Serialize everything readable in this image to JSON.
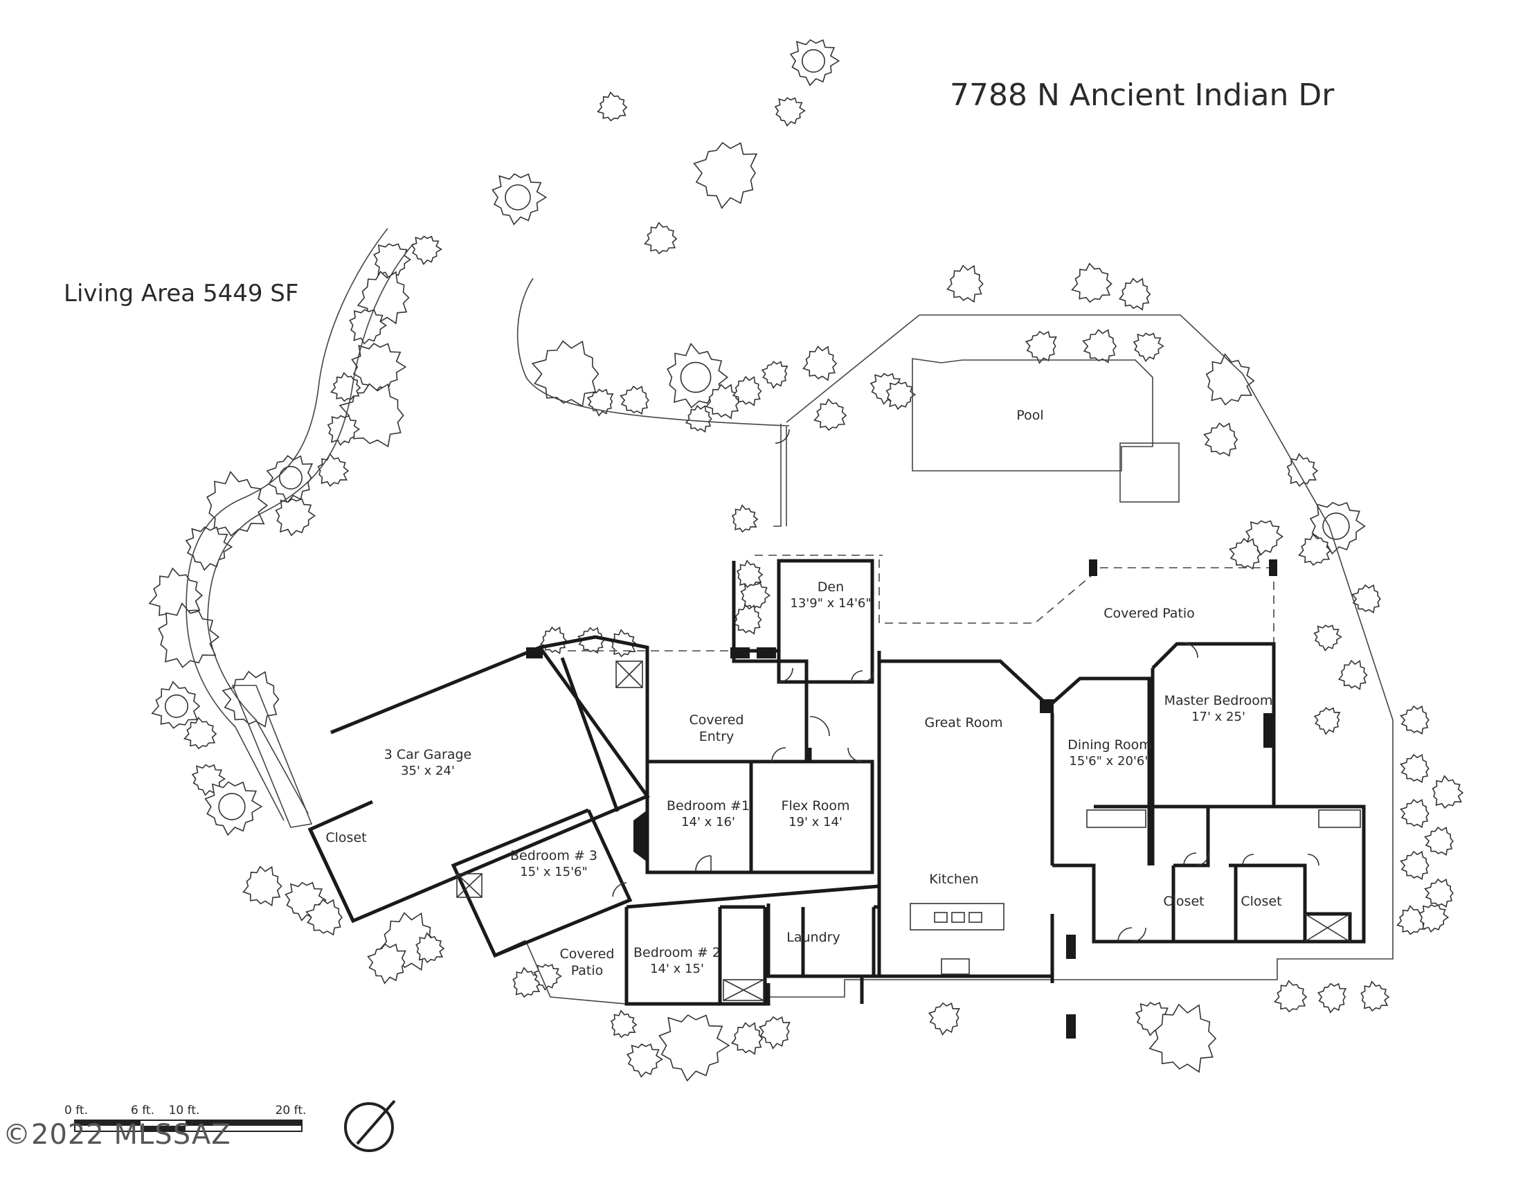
{
  "address": "7788 N Ancient Indian Dr",
  "living_area": "Living Area 5449 SF",
  "copyright": "©2022 MLSSAZ",
  "rooms": {
    "pool": "Pool",
    "covered_patio_back": "Covered Patio",
    "den": {
      "name": "Den",
      "dim": "13'9\" x 14'6\""
    },
    "covered_entry": {
      "line1": "Covered",
      "line2": "Entry"
    },
    "great_room": "Great Room",
    "dining_room": {
      "name": "Dining Room",
      "dim": "15'6\" x 20'6\""
    },
    "master_bedroom": {
      "name": "Master Bedroom",
      "dim": "17' x 25'"
    },
    "garage": {
      "name": "3 Car Garage",
      "dim": "35' x 24'"
    },
    "bedroom1": {
      "name": "Bedroom #1",
      "dim": "14' x 16'"
    },
    "flex_room": {
      "name": "Flex Room",
      "dim": "19' x 14'"
    },
    "bedroom3": {
      "name": "Bedroom # 3",
      "dim": "15' x 15'6\""
    },
    "closet_garage": "Closet",
    "kitchen": "Kitchen",
    "closet_a": "Closet",
    "closet_b": "Closet",
    "covered_patio_front": {
      "line1": "Covered",
      "line2": "Patio"
    },
    "bedroom2": {
      "name": "Bedroom # 2",
      "dim": "14' x 15'"
    },
    "laundry": "Laundry"
  },
  "scale": {
    "labels": [
      "0 ft.",
      "6 ft.",
      "10 ft.",
      "20 ft."
    ]
  },
  "icons": {
    "compass": "north-arrow-icon",
    "tree": "tree-icon"
  }
}
